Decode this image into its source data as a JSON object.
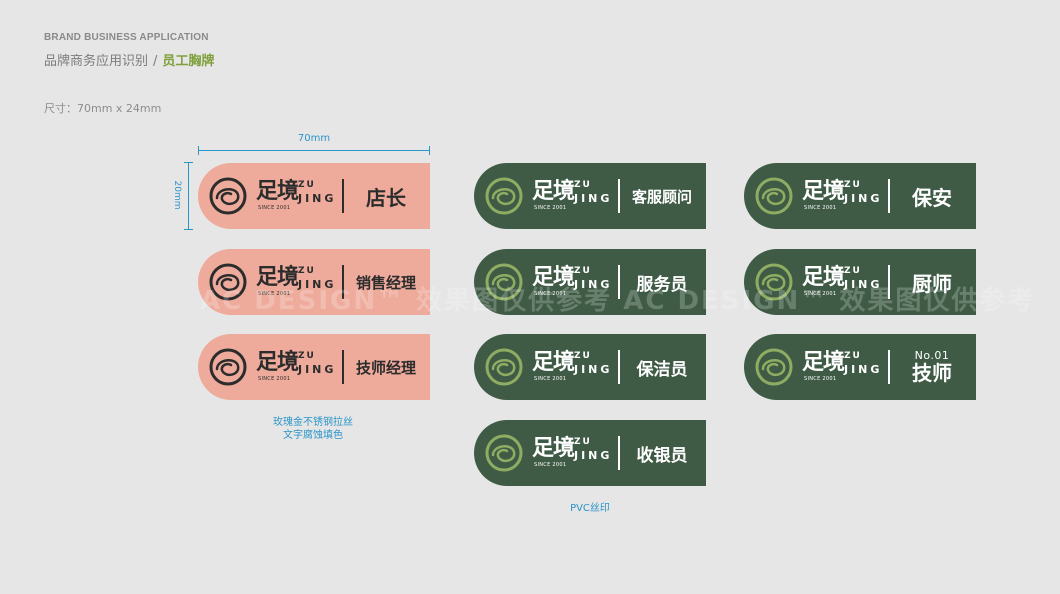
{
  "header": {
    "english_title": "BRAND BUSINESS APPLICATION",
    "breadcrumb_parent": "品牌商务应用识别",
    "breadcrumb_separator": "/",
    "breadcrumb_current": "员工胸牌",
    "accent_color": "#7f9f3b"
  },
  "size_spec": "尺寸：70mm x 24mm",
  "dimensions": {
    "width_label": "70mm",
    "height_label": "20mm",
    "color": "#2a95c9"
  },
  "logo": {
    "brand_cn": "足境",
    "brand_en_top": "ZU",
    "brand_en_bottom": "JING",
    "since": "SINCE 2001",
    "icon": "rose-ring-logo-icon"
  },
  "columns": [
    {
      "material": "rose-gold",
      "color": "#eeab9c",
      "badges": [
        {
          "role": "店长"
        },
        {
          "role": "销售经理"
        },
        {
          "role": "技师经理"
        }
      ],
      "note_line1": "玫瑰金不锈钢拉丝",
      "note_line2": "文字腐蚀填色"
    },
    {
      "material": "pvc",
      "color": "#3f5b46",
      "badges": [
        {
          "role": "客服顾问"
        },
        {
          "role": "服务员"
        },
        {
          "role": "保洁员"
        },
        {
          "role": "收银员"
        }
      ],
      "note_line1": "PVC丝印"
    },
    {
      "material": "pvc",
      "color": "#3f5b46",
      "badges": [
        {
          "role": "保安"
        },
        {
          "role": "厨师"
        },
        {
          "role": "技师",
          "number": "No.01"
        }
      ]
    }
  ],
  "watermark": "AC DESIGN™  效果图仅供参考  AC DESIGN™  效果图仅供参考"
}
